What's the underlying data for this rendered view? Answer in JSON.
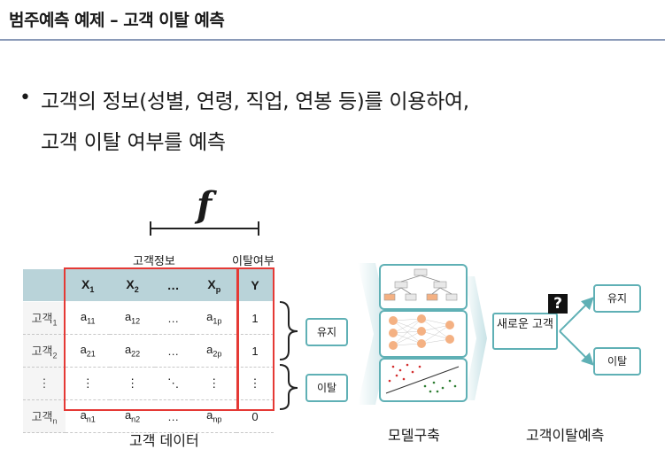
{
  "title": "범주예측 예제 – 고객 이탈 예측",
  "bullet": {
    "line1": "고객의 정보(성별, 연령, 직업, 연봉 등)를 이용하여,",
    "line2": "고객 이탈 여부를 예측"
  },
  "diagram": {
    "f_label": "f",
    "info_label": "고객정보",
    "churn_label": "이탈여부",
    "table": {
      "headers": [
        {
          "main": "X",
          "sub": "1"
        },
        {
          "main": "X",
          "sub": "2"
        },
        {
          "main": "…",
          "sub": ""
        },
        {
          "main": "X",
          "sub": "p"
        },
        {
          "main": "Y",
          "sub": ""
        }
      ],
      "rows": [
        {
          "label": "고객",
          "label_sub": "1",
          "cells": [
            [
              "a",
              "11"
            ],
            [
              "a",
              "12"
            ],
            [
              "…",
              ""
            ],
            [
              "a",
              "1p"
            ],
            [
              "1",
              ""
            ]
          ]
        },
        {
          "label": "고객",
          "label_sub": "2",
          "cells": [
            [
              "a",
              "21"
            ],
            [
              "a",
              "22"
            ],
            [
              "…",
              ""
            ],
            [
              "a",
              "2p"
            ],
            [
              "1",
              ""
            ]
          ]
        },
        {
          "label": "⋮",
          "label_sub": "",
          "cells": [
            [
              "⋮",
              ""
            ],
            [
              "⋮",
              ""
            ],
            [
              "⋱",
              ""
            ],
            [
              "⋮",
              ""
            ],
            [
              "⋮",
              ""
            ]
          ]
        },
        {
          "label": "고객",
          "label_sub": "n",
          "cells": [
            [
              "a",
              "n1"
            ],
            [
              "a",
              "n2"
            ],
            [
              "…",
              ""
            ],
            [
              "a",
              "np"
            ],
            [
              "0",
              ""
            ]
          ]
        }
      ]
    },
    "class_retain": "유지",
    "class_churn": "이탈",
    "data_caption": "고객 데이터",
    "model_caption": "모델구축",
    "predict_caption": "고객이탈예측",
    "new_customer": "새로운 고객",
    "question_mark": "?",
    "out_retain": "유지",
    "out_churn": "이탈"
  }
}
